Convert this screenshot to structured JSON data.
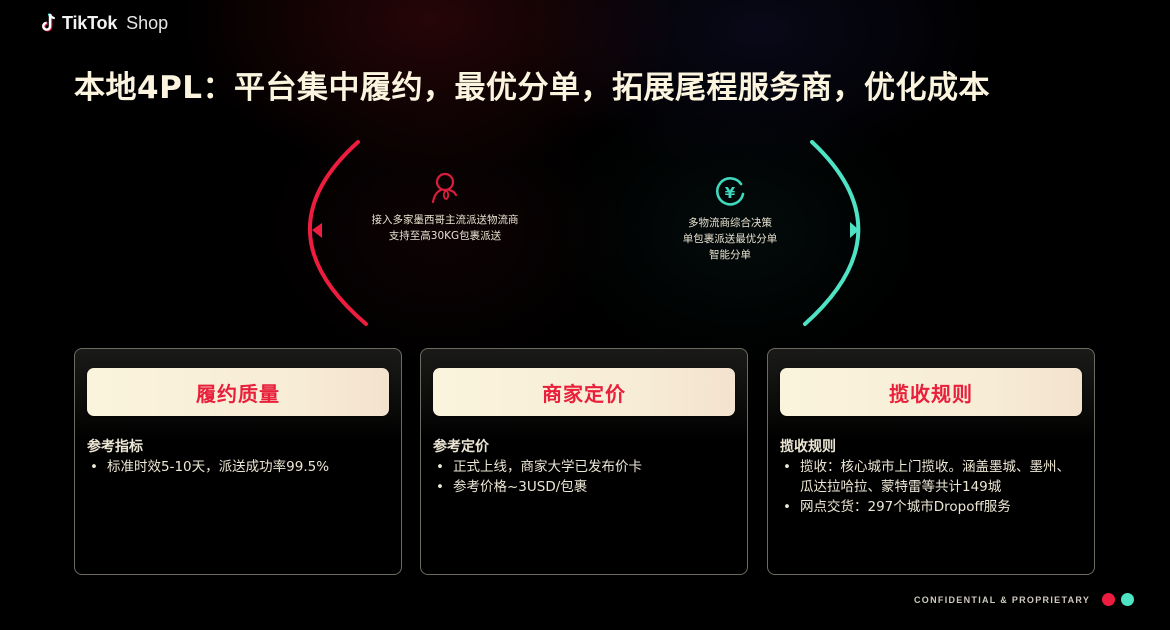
{
  "logo": {
    "brand": "TikTok",
    "suffix": "Shop"
  },
  "title": "本地4PL：平台集中履约，最优分单，拓展尾程服务商，优化成本",
  "features": [
    {
      "icon": "person-network-icon",
      "color": "#e8203c",
      "lines": [
        "接入多家墨西哥主流派送物流商",
        "支持至高30KG包裹派送"
      ]
    },
    {
      "icon": "yen-circle-icon",
      "color": "#3fd9bd",
      "lines": [
        "多物流商综合决策",
        "单包裹派送最优分单",
        "智能分单"
      ]
    }
  ],
  "cards": [
    {
      "header": "履约质量",
      "subtitle": "参考指标",
      "bullets": [
        "标准时效5-10天，派送成功率99.5%"
      ]
    },
    {
      "header": "商家定价",
      "subtitle": "参考定价",
      "bullets": [
        "正式上线，商家大学已发布价卡",
        "参考价格~3USD/包裹"
      ]
    },
    {
      "header": "揽收规则",
      "subtitle": "揽收规则",
      "bullets": [
        "揽收：核心城市上门揽收。涵盖墨城、墨州、瓜达拉哈拉、蒙特雷等共计149城",
        "网点交货：297个城市Dropoff服务"
      ]
    }
  ],
  "footer": {
    "text": "CONFIDENTIAL & PROPRIETARY",
    "dot_colors": [
      "#ee1d3f",
      "#4fe3c6"
    ]
  },
  "colors": {
    "accent_red": "#e8203c",
    "accent_teal": "#3fd9bd",
    "header_bg": "#f8efd8",
    "text": "#f2ede0"
  }
}
